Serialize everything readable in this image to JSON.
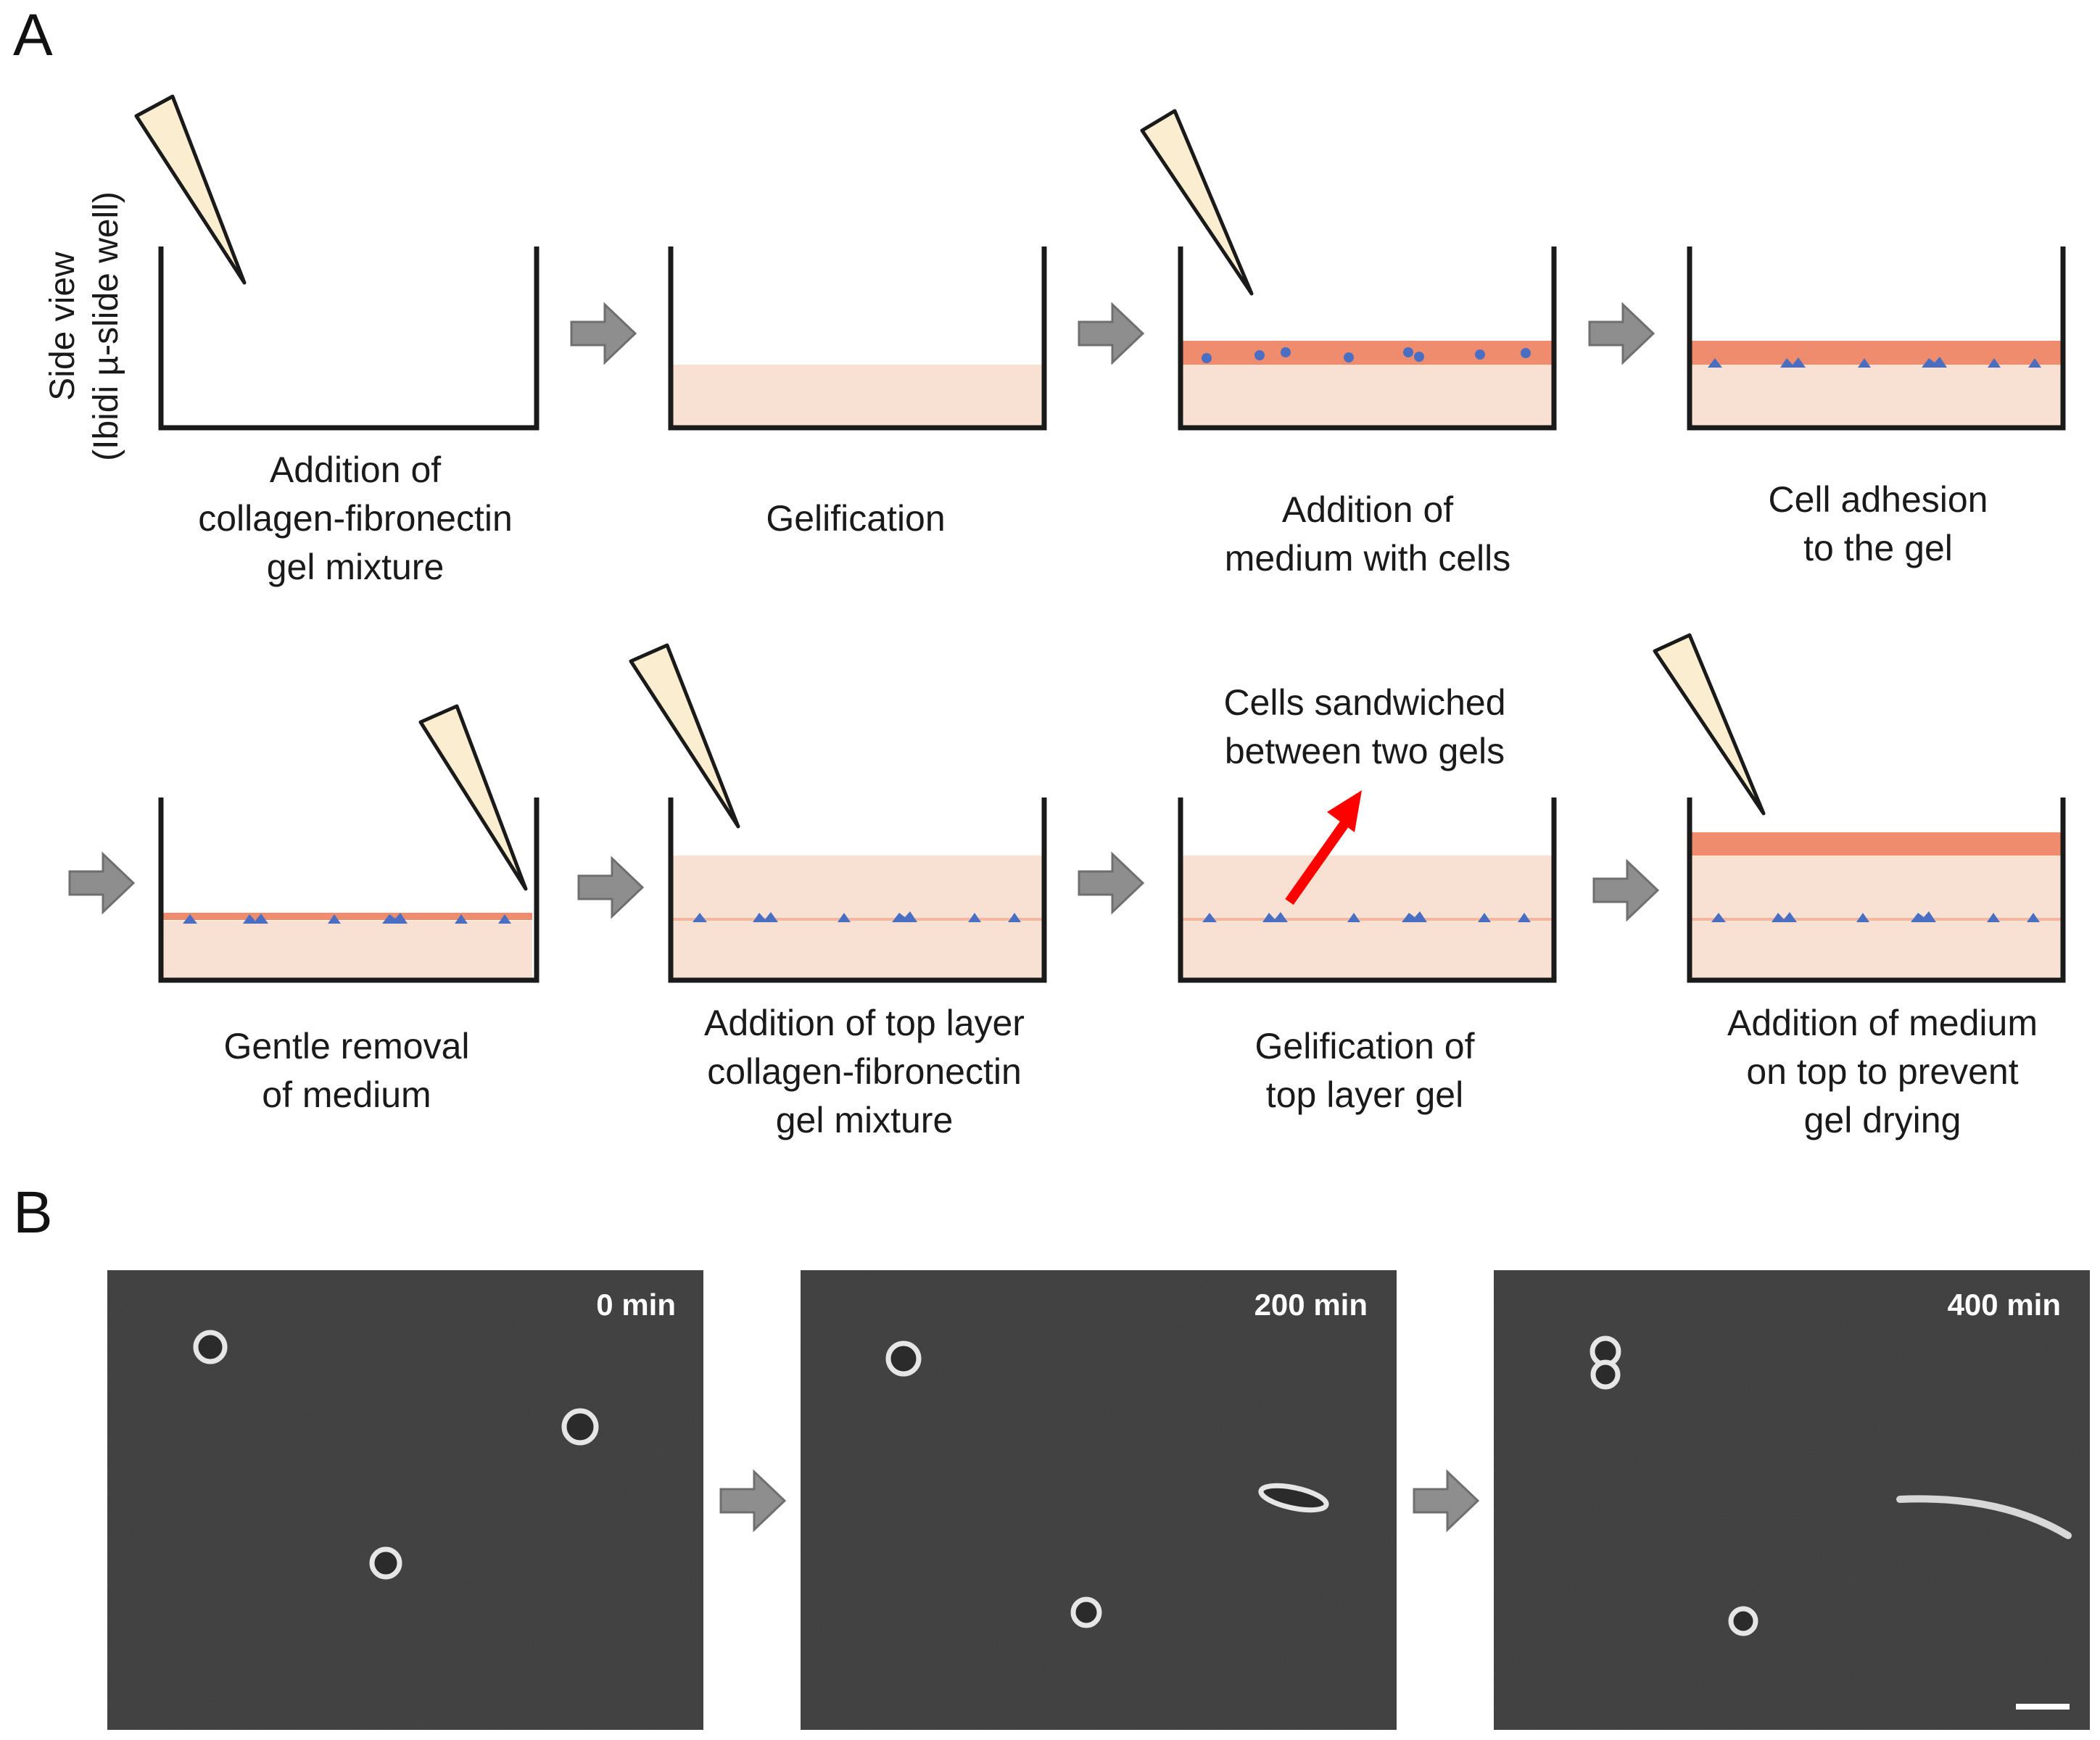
{
  "panel_a": {
    "letter": "A",
    "side_label_line1": "Side view",
    "side_label_line2": "(Ibidi µ-slide well)",
    "callout_line1": "Cells sandwiched",
    "callout_line2": "between two gels",
    "steps": [
      {
        "lines": [
          "Addition of",
          "collagen-fibronectin",
          "gel mixture"
        ]
      },
      {
        "lines": [
          "Gelification"
        ]
      },
      {
        "lines": [
          "Addition of",
          "medium with cells"
        ]
      },
      {
        "lines": [
          "Cell adhesion",
          "to the gel"
        ]
      },
      {
        "lines": [
          "Gentle removal",
          "of medium"
        ]
      },
      {
        "lines": [
          "Addition of top layer",
          "collagen-fibronectin",
          "gel mixture"
        ]
      },
      {
        "lines": [
          "Gelification of",
          "top layer gel"
        ]
      },
      {
        "lines": [
          "Addition of medium",
          "on top to prevent",
          "gel drying"
        ]
      }
    ]
  },
  "panel_b": {
    "letter": "B",
    "frames": [
      {
        "time": "0 min"
      },
      {
        "time": "200 min"
      },
      {
        "time": "400 min"
      }
    ]
  },
  "colors": {
    "gel": "#f8e1d3",
    "medium": "#f08c6e",
    "cell": "#4a6fc2",
    "arrow": "#8e8e8e",
    "tip": "#fbeed0",
    "callout_arrow": "#ff0000",
    "micrograph": "#3a3a3a"
  }
}
